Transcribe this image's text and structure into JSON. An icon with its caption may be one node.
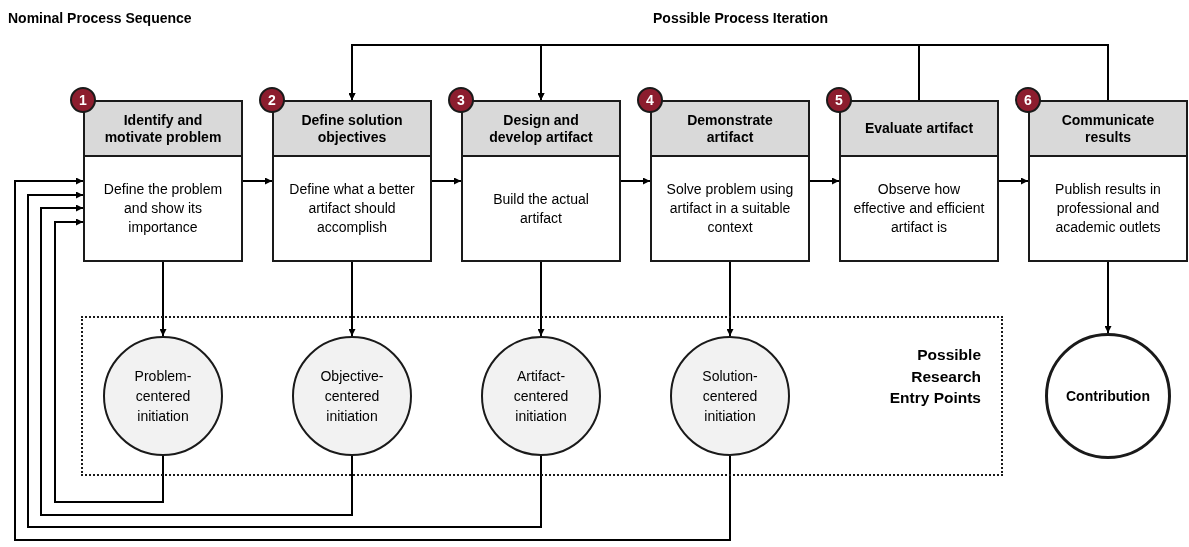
{
  "diagram": {
    "nodes": [
      {
        "text": [
          "1",
          "Identify and motivate problem",
          "Define the problem and show its importance"
        ]
      },
      {
        "text": [
          "2",
          "Define solution objectives",
          "Define what a better artifact should accomplish"
        ]
      },
      {
        "text": [
          "3",
          "Design and develop artifact",
          "Build the actual artifact"
        ]
      },
      {
        "text": [
          "4",
          "Demonstrate artifact",
          "Solve problem using artifact in a suitable context"
        ]
      },
      {
        "text": [
          "5",
          "Evaluate artifact",
          "Observe how effective and efficient artifact is"
        ]
      },
      {
        "text": [
          "6",
          "Communicate results",
          "Publish results in professional and academic outlets"
        ]
      },
      {
        "text": [
          "Possible Research Entry Points"
        ]
      },
      {
        "text": [
          "Problem-centered initiation"
        ],
        "in": 6
      },
      {
        "text": [
          "Objective-centered initiation"
        ],
        "in": 6
      },
      {
        "text": [
          "Artifact-centered initiation"
        ],
        "in": 6
      },
      {
        "text": [
          "Solution-centered initiation"
        ],
        "in": 6
      },
      {
        "text": [
          "Contribution"
        ]
      }
    ],
    "edges": [
      {
        "from": 0,
        "to": 1,
        "arrow": "to"
      },
      {
        "from": 1,
        "to": 2,
        "arrow": "to"
      },
      {
        "from": 2,
        "to": 3,
        "arrow": "to"
      },
      {
        "from": 3,
        "to": 4,
        "arrow": "to"
      },
      {
        "from": 4,
        "to": 5,
        "arrow": "to"
      },
      {
        "from": 0,
        "to": 7,
        "arrow": "to"
      },
      {
        "from": 1,
        "to": 8,
        "arrow": "to"
      },
      {
        "from": 2,
        "to": 9,
        "arrow": "to"
      },
      {
        "from": 3,
        "to": 10,
        "arrow": "to"
      },
      {
        "from": 5,
        "to": 11,
        "arrow": "to"
      },
      {
        "from": 4,
        "to": 1,
        "arrow": "to"
      },
      {
        "from": 4,
        "to": 2,
        "arrow": "to"
      },
      {
        "from": 5,
        "to": 1,
        "arrow": "to"
      },
      {
        "from": 5,
        "to": 2,
        "arrow": "to"
      },
      {
        "from": 7,
        "to": 0,
        "arrow": "to"
      },
      {
        "from": 8,
        "to": 0,
        "arrow": "to"
      },
      {
        "from": 9,
        "to": 0,
        "arrow": "to"
      },
      {
        "from": 10,
        "to": 0,
        "arrow": "to"
      }
    ],
    "labels": [
      "Nominal Process Sequence",
      "Possible Process Iteration"
    ]
  }
}
